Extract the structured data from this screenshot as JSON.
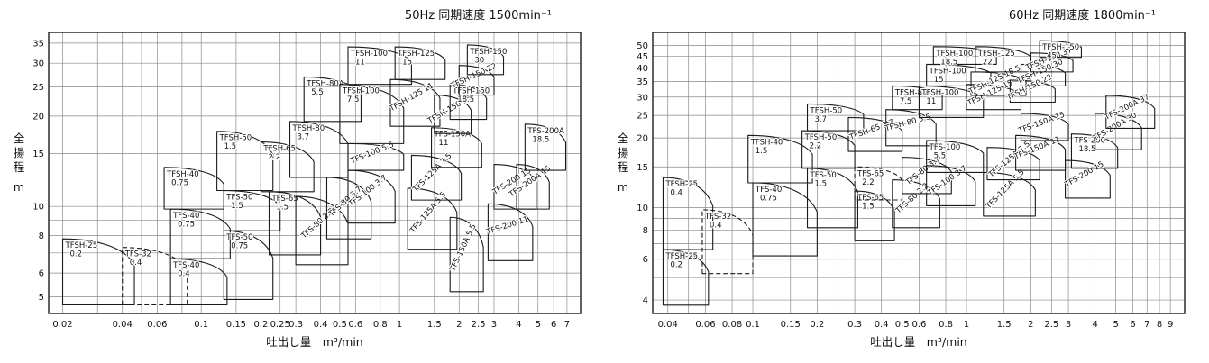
{
  "page": {
    "background": "#ffffff",
    "line_color": "#1a1a1a",
    "grid_color": "#8a8a8a"
  },
  "chart_data": [
    {
      "type": "area",
      "subtype": "pump-selection-region-map",
      "scale": "log-log",
      "title": "50Hz 同期速度 1500min⁻¹",
      "ylabel": "全揚程",
      "ylabel_unit": "m",
      "xlabel": "吐出し量　m³/min",
      "xlim": [
        0.017,
        8.2
      ],
      "ylim": [
        4.4,
        38
      ],
      "x_ticks": [
        0.02,
        0.04,
        0.06,
        0.1,
        0.15,
        0.2,
        0.25,
        0.3,
        0.4,
        0.5,
        0.6,
        0.8,
        1,
        1.5,
        2,
        2.5,
        3,
        4,
        5,
        6,
        7
      ],
      "y_ticks": [
        5,
        6,
        8,
        10,
        15,
        20,
        25,
        30,
        35
      ],
      "x_grid": [
        0.02,
        0.03,
        0.04,
        0.05,
        0.06,
        0.08,
        0.1,
        0.15,
        0.2,
        0.25,
        0.3,
        0.4,
        0.5,
        0.6,
        0.8,
        1,
        1.5,
        2,
        2.5,
        3,
        4,
        5,
        6,
        7
      ],
      "y_grid": [
        5,
        6,
        7,
        8,
        9,
        10,
        15,
        20,
        25,
        30,
        35
      ],
      "regions": [
        {
          "model": "TFSH-25",
          "power": "0.2",
          "x": [
            0.02,
            0.046
          ],
          "y": [
            4.7,
            7.8
          ]
        },
        {
          "model": "TFS-32",
          "power": "0.4",
          "x": [
            0.04,
            0.085
          ],
          "y": [
            4.7,
            7.3
          ],
          "dashed": true
        },
        {
          "model": "TFS-40",
          "power": "0.4",
          "x": [
            0.07,
            0.135
          ],
          "y": [
            4.7,
            6.7
          ]
        },
        {
          "model": "TFS-40",
          "power": "0.75",
          "x": [
            0.07,
            0.14
          ],
          "y": [
            6.7,
            9.8
          ]
        },
        {
          "model": "TFSH-40",
          "power": "0.75",
          "x": [
            0.065,
            0.13
          ],
          "y": [
            9.8,
            13.5
          ]
        },
        {
          "model": "TFS-50",
          "power": "0.75",
          "x": [
            0.13,
            0.23
          ],
          "y": [
            4.9,
            8.3
          ]
        },
        {
          "model": "TFS-50",
          "power": "1.5",
          "x": [
            0.13,
            0.25
          ],
          "y": [
            8.3,
            11.3
          ]
        },
        {
          "model": "TFSH-50",
          "power": "1.5",
          "x": [
            0.12,
            0.23
          ],
          "y": [
            11.3,
            17.8
          ]
        },
        {
          "model": "TFS-65",
          "power": "1.5",
          "x": [
            0.22,
            0.4
          ],
          "y": [
            6.9,
            11.2
          ]
        },
        {
          "model": "TFSH-65",
          "power": "2.2",
          "x": [
            0.2,
            0.37
          ],
          "y": [
            11.2,
            16.4
          ]
        },
        {
          "model": "TFS-80",
          "power": "2.2",
          "x": [
            0.3,
            0.55
          ],
          "y": [
            6.4,
            10.8
          ],
          "rot": -42
        },
        {
          "model": "TFS-80",
          "power": "3.7",
          "x": [
            0.43,
            0.72
          ],
          "y": [
            7.8,
            12.5
          ],
          "rot": -42
        },
        {
          "model": "TFSH-80",
          "power": "3.7",
          "x": [
            0.28,
            0.55
          ],
          "y": [
            12.5,
            19.2
          ]
        },
        {
          "model": "TFSH-80A",
          "power": "5.5",
          "x": [
            0.33,
            0.64
          ],
          "y": [
            19.2,
            27
          ]
        },
        {
          "model": "TFS-100",
          "power": "3.7",
          "x": [
            0.55,
            0.95
          ],
          "y": [
            8.8,
            13.2
          ],
          "rot": -38
        },
        {
          "model": "TFS-100",
          "power": "5.5",
          "x": [
            0.55,
            1.05
          ],
          "y": [
            13.2,
            16.2
          ],
          "rot": -22
        },
        {
          "model": "TFSH-100",
          "power": "7.5",
          "x": [
            0.5,
            1.05
          ],
          "y": [
            16.2,
            25.5
          ]
        },
        {
          "model": "TFSH-100",
          "power": "11",
          "x": [
            0.55,
            1.15
          ],
          "y": [
            25.5,
            34
          ]
        },
        {
          "model": "TFSH-125",
          "power": "11",
          "x": [
            0.9,
            1.6
          ],
          "y": [
            18.5,
            26.5
          ],
          "rot": -30
        },
        {
          "model": "TFSH-125",
          "power": "15",
          "x": [
            0.95,
            1.7
          ],
          "y": [
            26.5,
            34
          ]
        },
        {
          "model": "TFS-125A",
          "power": "5.5",
          "x": [
            1.1,
            1.95
          ],
          "y": [
            7.2,
            11.5
          ],
          "rot": -50
        },
        {
          "model": "TFS-125A",
          "power": "7.5",
          "x": [
            1.15,
            2.05
          ],
          "y": [
            10.5,
            14.8
          ],
          "rot": -45
        },
        {
          "model": "TFS-150A",
          "power": "5.5",
          "x": [
            1.8,
            2.65
          ],
          "y": [
            5.2,
            9.2
          ],
          "rot": -65
        },
        {
          "model": "TFS-150A",
          "power": "11",
          "x": [
            1.45,
            2.6
          ],
          "y": [
            13.5,
            18.3
          ]
        },
        {
          "model": "TFSH-150",
          "power": "15",
          "x": [
            1.5,
            2.3
          ],
          "y": [
            17.5,
            23.5
          ],
          "rot": -30
        },
        {
          "model": "TFSH-150",
          "power": "18.5",
          "x": [
            1.8,
            2.75
          ],
          "y": [
            19.5,
            25.5
          ]
        },
        {
          "model": "TFSH-150",
          "power": "22",
          "x": [
            2.0,
            3.0
          ],
          "y": [
            23.5,
            29.5
          ],
          "rot": -25
        },
        {
          "model": "TFSH-150",
          "power": "30",
          "x": [
            2.2,
            3.35
          ],
          "y": [
            27.5,
            34.5
          ]
        },
        {
          "model": "TFS-200",
          "power": "11",
          "x": [
            2.8,
            4.7
          ],
          "y": [
            6.6,
            10.2
          ],
          "rot": -18
        },
        {
          "model": "TFS-200",
          "power": "15",
          "x": [
            3.0,
            4.9
          ],
          "y": [
            9.8,
            13.8
          ],
          "rot": -32
        },
        {
          "model": "TFS-200A",
          "power": "15",
          "x": [
            3.9,
            5.7
          ],
          "y": [
            9.8,
            13.8
          ],
          "rot": -35
        },
        {
          "model": "TFS-200A",
          "power": "18.5",
          "x": [
            4.3,
            6.9
          ],
          "y": [
            13.2,
            18.8
          ]
        }
      ]
    },
    {
      "type": "area",
      "subtype": "pump-selection-region-map",
      "scale": "log-log",
      "title": "60Hz 同期速度 1800min⁻¹",
      "ylabel": "全揚程",
      "ylabel_unit": "m",
      "xlabel": "吐出し量　m³/min",
      "xlim": [
        0.034,
        10.5
      ],
      "ylim": [
        3.5,
        57
      ],
      "x_ticks": [
        0.04,
        0.06,
        0.08,
        0.1,
        0.15,
        0.2,
        0.3,
        0.4,
        0.5,
        0.6,
        0.8,
        1,
        1.5,
        2,
        2.5,
        3,
        4,
        5,
        6,
        7,
        8,
        9
      ],
      "y_ticks": [
        4,
        6,
        8,
        10,
        15,
        20,
        25,
        30,
        35,
        40,
        45,
        50
      ],
      "x_grid": [
        0.04,
        0.05,
        0.06,
        0.08,
        0.1,
        0.15,
        0.2,
        0.25,
        0.3,
        0.4,
        0.5,
        0.6,
        0.8,
        1,
        1.5,
        2,
        2.5,
        3,
        4,
        5,
        6,
        7,
        8,
        9
      ],
      "y_grid": [
        4,
        5,
        6,
        7,
        8,
        9,
        10,
        15,
        20,
        25,
        30,
        35,
        40,
        45,
        50
      ],
      "regions": [
        {
          "model": "TFSH-25",
          "power": "0.2",
          "x": [
            0.038,
            0.062
          ],
          "y": [
            3.8,
            6.6
          ]
        },
        {
          "model": "TFSH-25",
          "power": "0.4",
          "x": [
            0.038,
            0.065
          ],
          "y": [
            6.6,
            13.5
          ]
        },
        {
          "model": "TFS-32",
          "power": "0.4",
          "x": [
            0.058,
            0.1
          ],
          "y": [
            5.2,
            9.8
          ],
          "dashed": true
        },
        {
          "model": "TFS-40",
          "power": "0.75",
          "x": [
            0.1,
            0.2
          ],
          "y": [
            6.2,
            12.8
          ]
        },
        {
          "model": "TFSH-40",
          "power": "1.5",
          "x": [
            0.095,
            0.19
          ],
          "y": [
            12.8,
            20.5
          ]
        },
        {
          "model": "TFS-50",
          "power": "1.5",
          "x": [
            0.18,
            0.31
          ],
          "y": [
            8.2,
            14.8
          ]
        },
        {
          "model": "TFSH-50",
          "power": "2.2",
          "x": [
            0.17,
            0.3
          ],
          "y": [
            14.8,
            21.5
          ]
        },
        {
          "model": "TFSH-50",
          "power": "3.7",
          "x": [
            0.18,
            0.33
          ],
          "y": [
            21.5,
            28
          ]
        },
        {
          "model": "TFS-65",
          "power": "1.5",
          "x": [
            0.3,
            0.46
          ],
          "y": [
            7.2,
            11.8
          ]
        },
        {
          "model": "TFS-65",
          "power": "2.2",
          "x": [
            0.3,
            0.5
          ],
          "y": [
            10.8,
            15
          ],
          "dashed": true
        },
        {
          "model": "TFSH-65",
          "power": "3.7",
          "x": [
            0.28,
            0.5
          ],
          "y": [
            17.5,
            24.5
          ],
          "rot": -20
        },
        {
          "model": "TFS-80",
          "power": "2.2",
          "x": [
            0.45,
            0.75
          ],
          "y": [
            8.2,
            13.2
          ],
          "rot": -42
        },
        {
          "model": "TFS-80",
          "power": "3.7",
          "x": [
            0.5,
            0.85
          ],
          "y": [
            11.5,
            16.5
          ],
          "rot": -38
        },
        {
          "model": "TFSH-80",
          "power": "5.5",
          "x": [
            0.42,
            0.72
          ],
          "y": [
            18.5,
            26.5
          ],
          "rot": -15
        },
        {
          "model": "TFSH-80A",
          "power": "7.5",
          "x": [
            0.45,
            0.77
          ],
          "y": [
            26.5,
            33.5
          ]
        },
        {
          "model": "TFS-100",
          "power": "3.7",
          "x": [
            0.65,
            1.1
          ],
          "y": [
            10.2,
            15.2
          ],
          "rot": -35
        },
        {
          "model": "TFS-100",
          "power": "5.5",
          "x": [
            0.65,
            1.2
          ],
          "y": [
            14.2,
            19.5
          ]
        },
        {
          "model": "TFSH-100",
          "power": "11",
          "x": [
            0.6,
            1.2
          ],
          "y": [
            24.5,
            33.5
          ]
        },
        {
          "model": "TFSH-100",
          "power": "15",
          "x": [
            0.65,
            1.3
          ],
          "y": [
            33.5,
            41.5
          ]
        },
        {
          "model": "TFSH-100",
          "power": "18.5",
          "x": [
            0.7,
            1.38
          ],
          "y": [
            41.5,
            49.5
          ]
        },
        {
          "model": "TFSH-125",
          "power": "15",
          "x": [
            1.0,
            1.8
          ],
          "y": [
            26.5,
            34
          ],
          "rot": -26
        },
        {
          "model": "TFSH-125",
          "power": "18.5",
          "x": [
            1.05,
            1.9
          ],
          "y": [
            30.5,
            38.5
          ],
          "rot": -26
        },
        {
          "model": "TFSH-125",
          "power": "22",
          "x": [
            1.1,
            2.0
          ],
          "y": [
            38.5,
            49.5
          ]
        },
        {
          "model": "TFS-125A",
          "power": "5.5",
          "x": [
            1.2,
            2.1
          ],
          "y": [
            9.2,
            14.2
          ],
          "rot": -46
        },
        {
          "model": "TFS-125A",
          "power": "7.5",
          "x": [
            1.25,
            2.2
          ],
          "y": [
            13.2,
            18.2
          ],
          "rot": -40
        },
        {
          "model": "TFS-150A",
          "power": "11",
          "x": [
            1.7,
            2.9
          ],
          "y": [
            14.5,
            20.5
          ],
          "rot": -22
        },
        {
          "model": "TFS-150A",
          "power": "15",
          "x": [
            1.8,
            3.0
          ],
          "y": [
            19.5,
            25.5
          ],
          "rot": -20
        },
        {
          "model": "TFSH-150",
          "power": "22",
          "x": [
            1.6,
            2.6
          ],
          "y": [
            28.5,
            35.5
          ],
          "rot": -26
        },
        {
          "model": "TFSH-150",
          "power": "30",
          "x": [
            1.8,
            2.9
          ],
          "y": [
            33.5,
            41.5
          ],
          "rot": -24
        },
        {
          "model": "TFSH-150",
          "power": "37",
          "x": [
            2.0,
            3.15
          ],
          "y": [
            38.5,
            46.5
          ],
          "rot": -22
        },
        {
          "model": "TFSH-150",
          "power": "45",
          "x": [
            2.2,
            3.45
          ],
          "y": [
            44.5,
            52.5
          ]
        },
        {
          "model": "TFS-200",
          "power": "15",
          "x": [
            2.9,
            4.7
          ],
          "y": [
            11,
            16
          ],
          "rot": -30
        },
        {
          "model": "TFS-200",
          "power": "18.5",
          "x": [
            3.1,
            5.1
          ],
          "y": [
            14.8,
            20.8
          ]
        },
        {
          "model": "TFS-200A",
          "power": "30",
          "x": [
            4.0,
            6.6
          ],
          "y": [
            17.8,
            25.5
          ],
          "rot": -30
        },
        {
          "model": "TFS-200A",
          "power": "37",
          "x": [
            4.5,
            7.6
          ],
          "y": [
            22,
            30.5
          ],
          "rot": -26
        }
      ]
    }
  ]
}
